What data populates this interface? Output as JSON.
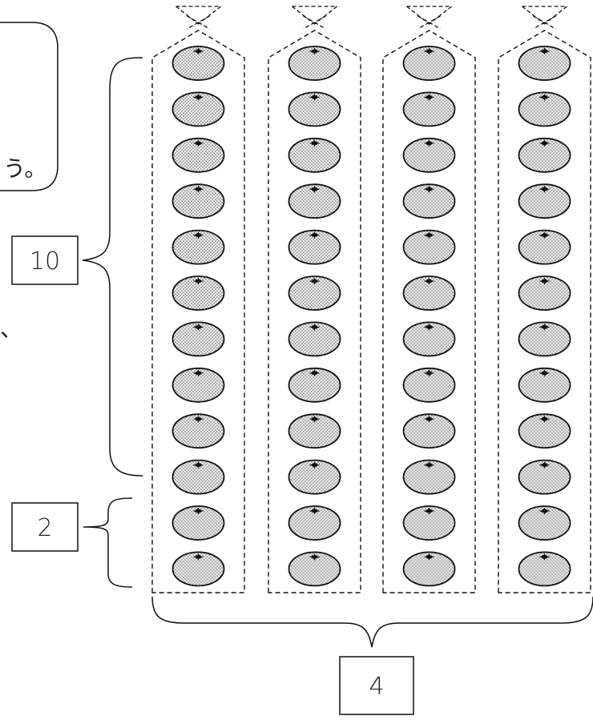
{
  "diagram": {
    "labels": {
      "ten": "10",
      "two": "2",
      "four": "4"
    },
    "bubble_fragment": "う。",
    "stray_mark": "、",
    "groups": 4,
    "items_per_group": 12,
    "colors": {
      "stroke": "#111111",
      "fruit_fill": "#e9e9e9",
      "dot": "#555555"
    },
    "icon": "orange-icon"
  }
}
